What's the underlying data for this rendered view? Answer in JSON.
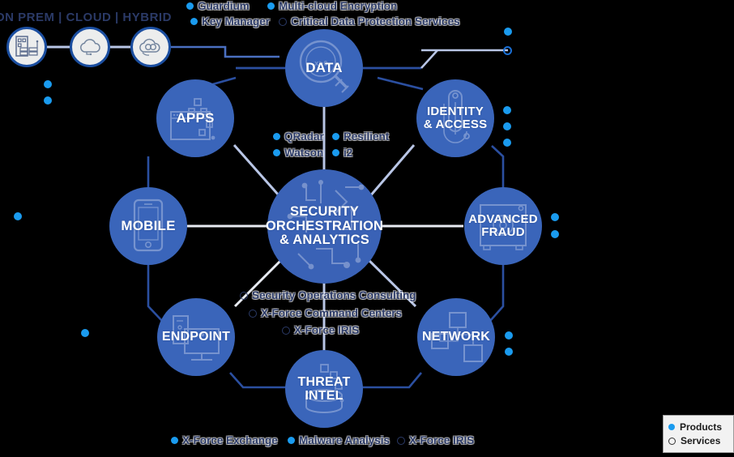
{
  "deployment": {
    "header": "ON PREM  |  CLOUD  |  HYBRID",
    "icons": [
      {
        "name": "on-prem-datacenter-icon",
        "label": "ON PREM"
      },
      {
        "name": "cloud-icon",
        "label": "CLOUD"
      },
      {
        "name": "hybrid-cloud-icon",
        "label": "HYBRID"
      }
    ]
  },
  "hub": {
    "label": "SECURITY\nORCHESTRATION\n& ANALYTICS",
    "line1": "SECURITY",
    "line2": "ORCHESTRATION",
    "line3": "& ANALYTICS",
    "icon": "circuit-board-icon"
  },
  "nodes": [
    {
      "id": "data",
      "label": "DATA",
      "icon": "magnifier-data-icon"
    },
    {
      "id": "apps",
      "label": "APPS",
      "icon": "browser-window-icon"
    },
    {
      "id": "identity",
      "line1": "IDENTITY",
      "line2": "& ACCESS",
      "icon": "fingerprint-icon"
    },
    {
      "id": "mobile",
      "label": "MOBILE",
      "icon": "smartphone-icon"
    },
    {
      "id": "fraud",
      "line1": "ADVANCED",
      "line2": "FRAUD",
      "icon": "vault-safe-icon"
    },
    {
      "id": "endpoint",
      "label": "ENDPOINT",
      "icon": "desktop-tower-icon"
    },
    {
      "id": "network",
      "label": "NETWORK",
      "icon": "network-topology-icon"
    },
    {
      "id": "threat",
      "line1": "THREAT",
      "line2": "INTEL",
      "icon": "database-icon"
    }
  ],
  "tag_groups": {
    "data_top": [
      {
        "text": "Guardium",
        "type": "product"
      },
      {
        "text": "Multi-cloud Encryption",
        "type": "product"
      },
      {
        "text": "Key Manager",
        "type": "product"
      },
      {
        "text": "Critical Data Protection Services",
        "type": "service"
      }
    ],
    "hub_center": [
      {
        "text": "QRadar",
        "type": "product"
      },
      {
        "text": "Resilient",
        "type": "product"
      },
      {
        "text": "Watson",
        "type": "product"
      },
      {
        "text": "i2",
        "type": "product"
      }
    ],
    "hub_below": [
      {
        "text": "Security Operations Consulting",
        "type": "service"
      },
      {
        "text": "X-Force Command Centers",
        "type": "service"
      },
      {
        "text": "X-Force IRIS",
        "type": "service"
      }
    ],
    "threat_bottom": [
      {
        "text": "X-Force Exchange",
        "type": "product"
      },
      {
        "text": "Malware Analysis",
        "type": "product"
      },
      {
        "text": "X-Force IRIS",
        "type": "service"
      }
    ]
  },
  "legend": {
    "products": "Products",
    "services": "Services"
  },
  "colors": {
    "node_blue": "#3a65ba",
    "line_blue": "#2b4fa0",
    "line_light": "#b9c6e6",
    "product_dot": "#1a9bef",
    "text_navy": "#2b3a67"
  }
}
